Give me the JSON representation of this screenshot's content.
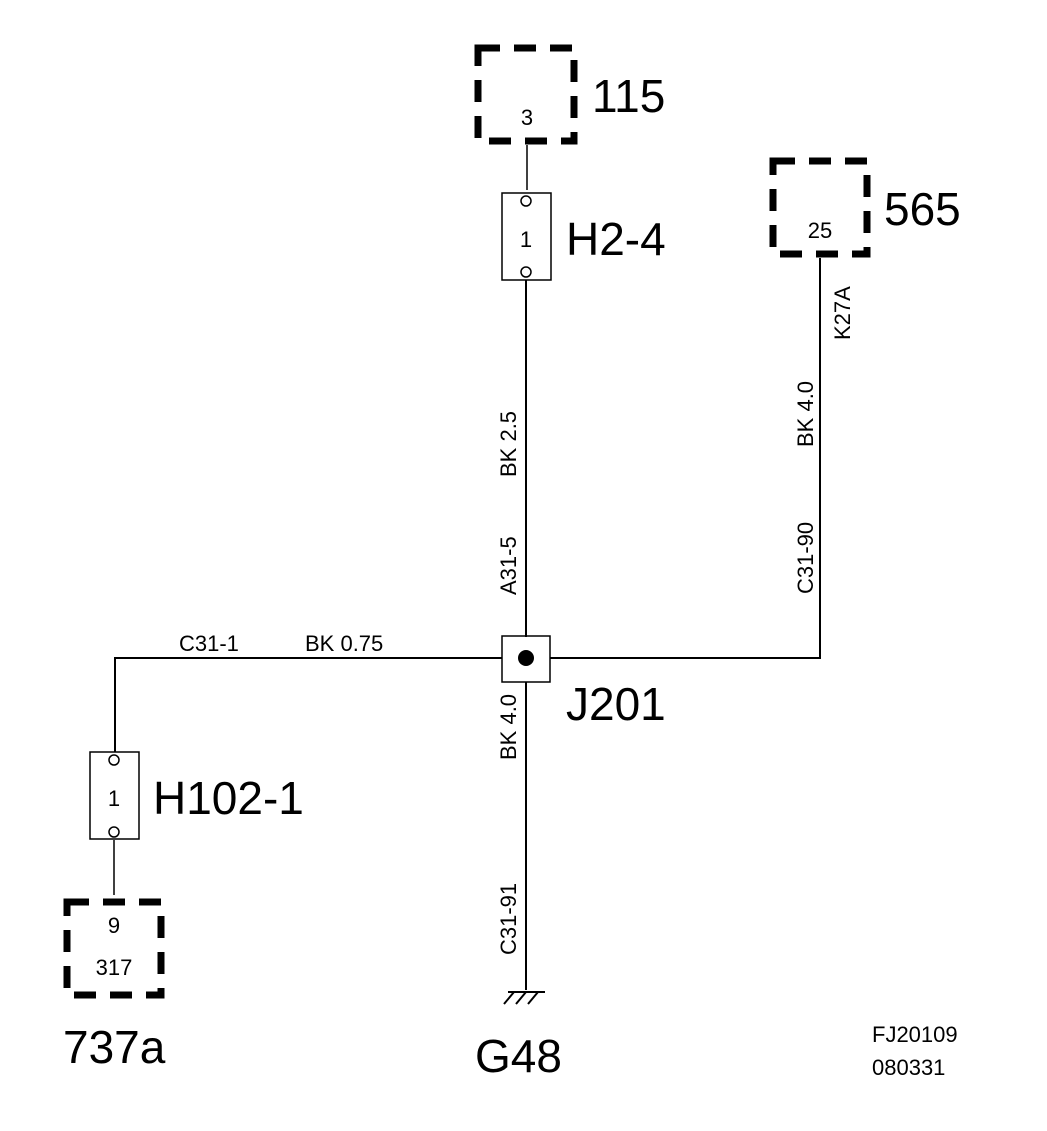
{
  "components": {
    "c115": {
      "label": "115",
      "pin": "3"
    },
    "c565": {
      "label": "565",
      "pin": "25"
    },
    "c317": {
      "label": "737a",
      "pin_top": "9",
      "pin_bottom": "317"
    }
  },
  "connectors": {
    "h2_4": {
      "label": "H2-4",
      "pin": "1"
    },
    "h102_1": {
      "label": "H102-1",
      "pin": "1"
    }
  },
  "junction": {
    "label": "J201"
  },
  "ground": {
    "label": "G48"
  },
  "wires": {
    "upper_vertical": {
      "circuit": "A31-5",
      "spec": "BK  2.5"
    },
    "right_vertical": {
      "circuit": "C31-90",
      "spec": "BK  4.0",
      "id": "K27A"
    },
    "left_horizontal": {
      "circuit": "C31-1",
      "spec": "BK  0.75"
    },
    "lower_vertical": {
      "circuit": "C31-91",
      "spec": "BK  4.0"
    }
  },
  "footer": {
    "line1": "FJ20109",
    "line2": "080331"
  }
}
